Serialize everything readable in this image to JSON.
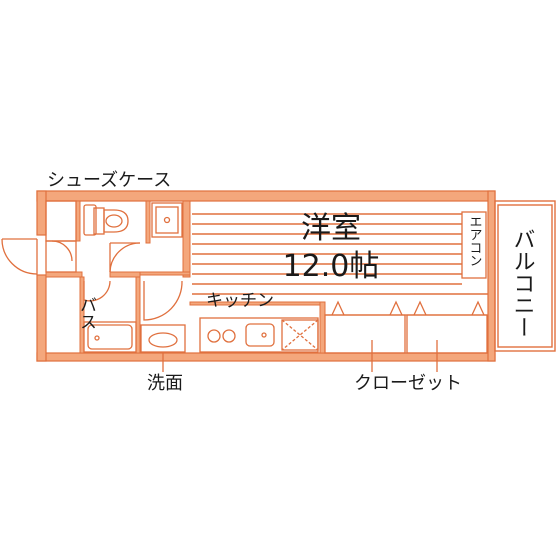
{
  "colors": {
    "wall": "#f2a57a",
    "wall_line": "#e0703e",
    "line": "#e0703e",
    "text": "#1a1a1a",
    "background": "#ffffff"
  },
  "rooms": {
    "western_room": "洋室",
    "western_room_size": "12.0帖",
    "aircon": "エアコン",
    "balcony": "バルコニー",
    "shoe_case": "シューズケース",
    "bath": "バス",
    "kitchen": "キッチン",
    "washbasin": "洗面",
    "closet": "クローゼット"
  }
}
